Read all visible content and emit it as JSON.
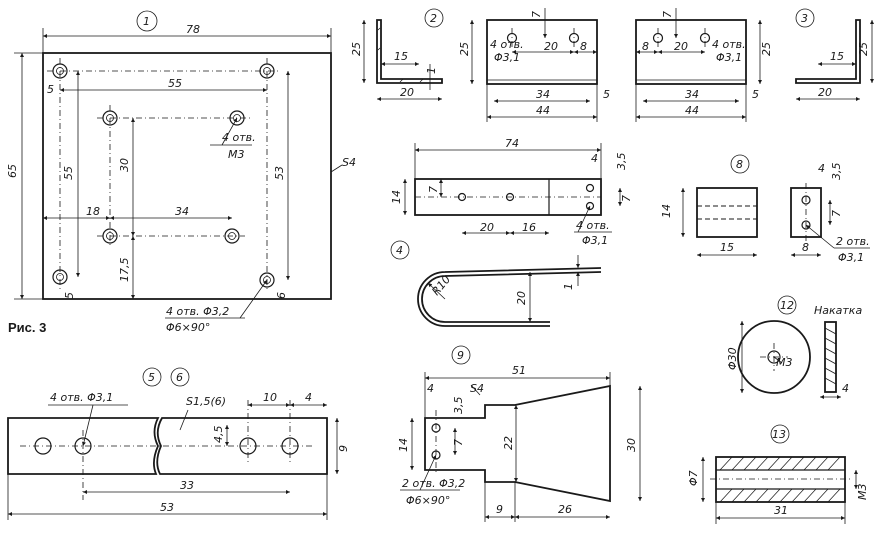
{
  "figure_caption": "Рис. 3",
  "part1": {
    "number": "1",
    "dims": {
      "width": "78",
      "height": "65",
      "w55": "55",
      "h55": "55",
      "h30": "30",
      "h53": "53",
      "w18": "18",
      "w34": "34",
      "h17_5": "17,5",
      "edge5a": "5",
      "edge5b": "5",
      "edge6": "6"
    },
    "material": "S4",
    "note_m3_count": "4 отв.",
    "note_m3_thread": "M3",
    "note_holes": "4 отв. Φ3,2",
    "note_chamfer": "Φ6×90°"
  },
  "part2": {
    "number": "2",
    "side": {
      "h25": "25",
      "w15": "15",
      "t1": "1",
      "w20": "20"
    },
    "front": {
      "h7": "7",
      "h25": "25",
      "note": "4 отв.",
      "dia": "Φ3,1",
      "w20": "20",
      "w8": "8",
      "w34": "34",
      "w44": "44",
      "w5": "5"
    }
  },
  "part3": {
    "number": "3",
    "front": {
      "h7": "7",
      "w8": "8",
      "w20": "20",
      "note": "4 отв.",
      "dia": "Φ3,1",
      "h25": "25",
      "w34": "34",
      "w44": "44",
      "w5": "5"
    },
    "side": {
      "w15": "15",
      "h25": "25",
      "w20": "20"
    }
  },
  "part4": {
    "number": "4",
    "dims": {
      "w74": "74",
      "w4": "4",
      "h3_5": "3,5",
      "h14": "14",
      "h7a": "7",
      "h7b": "7",
      "w20": "20",
      "w16": "16",
      "note": "4 отв.",
      "dia": "Φ3,1",
      "radius": "R10",
      "h20": "20",
      "t1": "1"
    }
  },
  "part56": {
    "number_a": "5",
    "number_b": "6",
    "note": "4 отв.  Φ3,1",
    "material": "S1,5(6)",
    "dims": {
      "w10": "10",
      "w4": "4",
      "h4_5": "4,5",
      "h9": "9",
      "w33": "33",
      "w53": "53"
    }
  },
  "part8": {
    "number": "8",
    "dims": {
      "h14": "14",
      "w15": "15",
      "w4": "4",
      "h3_5": "3,5",
      "h7": "7",
      "w8": "8",
      "note": "2 отв.",
      "dia": "Φ3,1"
    }
  },
  "part9": {
    "number": "9",
    "material": "S4",
    "dims": {
      "w51": "51",
      "w4": "4",
      "h3_5": "3,5",
      "h14": "14",
      "h7": "7",
      "h22": "22",
      "h30": "30",
      "w9": "9",
      "w26": "26"
    },
    "note": "2 отв. Φ3,2",
    "note_chamfer": "Φ6×90°"
  },
  "part12": {
    "number": "12",
    "knurl": "Накатка",
    "dia": "Φ30",
    "thread": "M3",
    "w4": "4"
  },
  "part13": {
    "number": "13",
    "dia": "Φ7",
    "thread": "M3",
    "w31": "31"
  }
}
